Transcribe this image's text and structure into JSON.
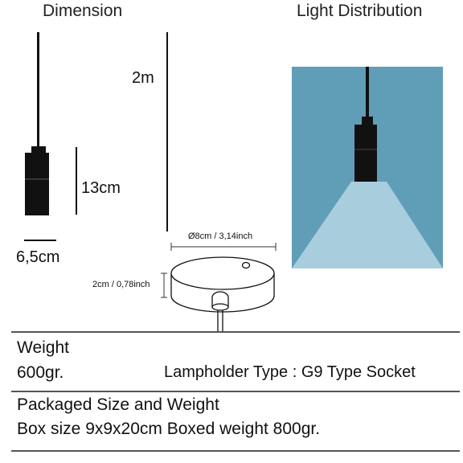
{
  "headers": {
    "dimension": "Dimension",
    "light_distribution": "Light Distribution"
  },
  "dimensions": {
    "cable_length": "2m",
    "holder_height": "13cm",
    "holder_width": "6,5cm",
    "canopy_diameter": "Ø8cm / 3,14inch",
    "canopy_height": "2cm / 0,78inch"
  },
  "specs": {
    "weight_label": "Weight",
    "weight_value": "600gr.",
    "lampholder": "Lampholder Type : G9 Type Socket",
    "packaged_label": "Packaged Size and Weight",
    "packaged_value": "Box size 9x9x20cm Boxed weight 800gr."
  },
  "colors": {
    "panel_blue": "#609eb8",
    "beam_light": "#a8cede",
    "lamp_black": "#111111"
  }
}
